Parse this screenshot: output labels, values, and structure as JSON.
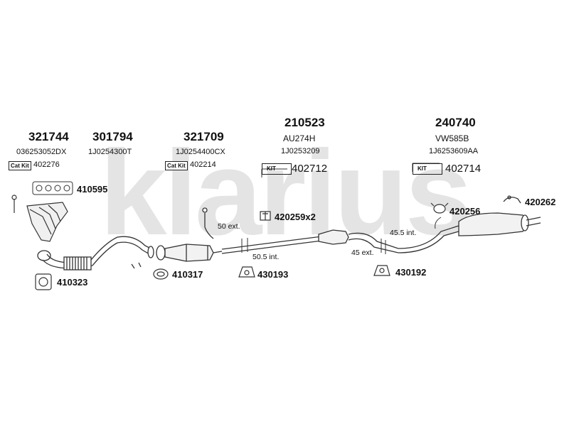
{
  "watermark": "klarius",
  "columns": [
    {
      "part_no": "321744",
      "oem": "036253052DX",
      "kit_badge": "Cat Kit",
      "kit_no": "402276"
    },
    {
      "part_no": "301794",
      "oem": "1J0254300T"
    },
    {
      "part_no": "321709",
      "oem": "1J0254400CX",
      "kit_badge": "Cat Kit",
      "kit_no": "402214"
    },
    {
      "part_no": "210523",
      "code": "AU274H",
      "oem": "1J0253209",
      "kit_badge": "KIT",
      "kit_no": "402712"
    },
    {
      "part_no": "240740",
      "code": "VW585B",
      "oem": "1J6253609AA",
      "kit_badge": "KIT",
      "kit_no": "402714"
    }
  ],
  "accessories": [
    {
      "label": "410595",
      "icon": "gasket-icon"
    },
    {
      "label": "410323",
      "icon": "gasket-icon"
    },
    {
      "label": "410317",
      "icon": "clamp-icon"
    },
    {
      "label": "430193",
      "icon": "rubber-mount-icon"
    },
    {
      "label": "420259x2",
      "icon": "bracket-icon"
    },
    {
      "label": "430192",
      "icon": "rubber-mount-icon"
    },
    {
      "label": "420256",
      "icon": "clamp-icon"
    },
    {
      "label": "420262",
      "icon": "bracket-icon"
    }
  ],
  "measurements": [
    "50 ext.",
    "50.5 int.",
    "45.5 int.",
    "45 ext."
  ]
}
